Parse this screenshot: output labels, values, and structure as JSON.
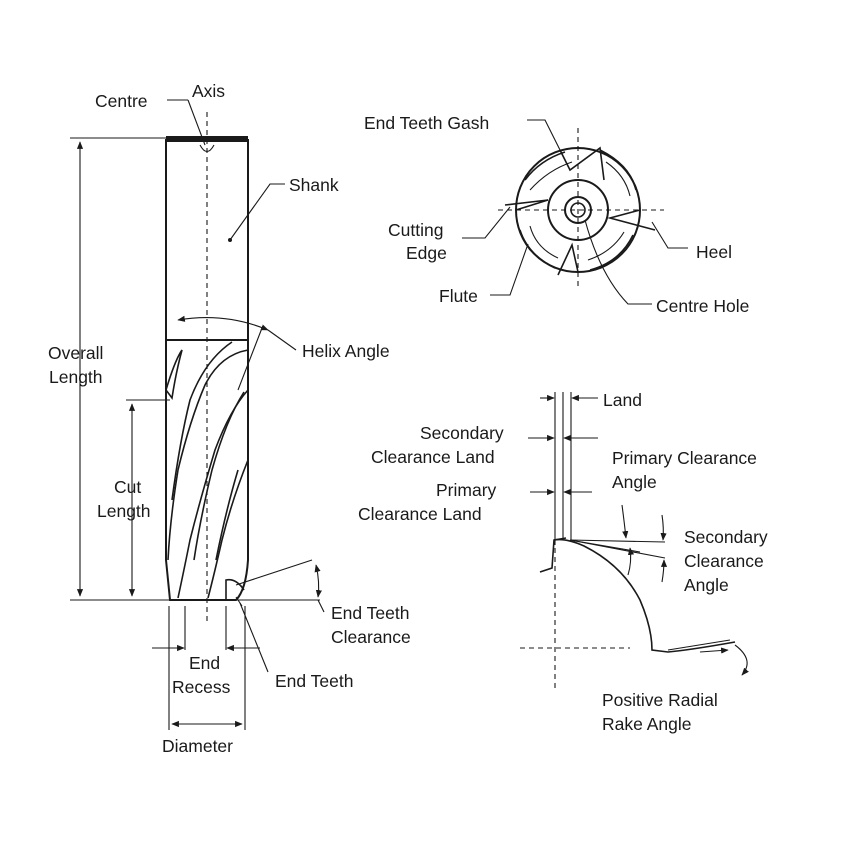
{
  "labels": {
    "centre": "Centre",
    "axis": "Axis",
    "shank": "Shank",
    "overall_length_1": "Overall",
    "overall_length_2": "Length",
    "helix_angle": "Helix Angle",
    "cut_length_1": "Cut",
    "cut_length_2": "Length",
    "end_teeth_clearance_1": "End Teeth",
    "end_teeth_clearance_2": "Clearance",
    "end_recess_1": "End",
    "end_recess_2": "Recess",
    "end_teeth": "End Teeth",
    "diameter": "Diameter",
    "end_teeth_gash": "End Teeth Gash",
    "cutting_edge_1": "Cutting",
    "cutting_edge_2": "Edge",
    "heel": "Heel",
    "flute": "Flute",
    "centre_hole": "Centre Hole",
    "land": "Land",
    "secondary_clearance_land_1": "Secondary",
    "secondary_clearance_land_2": "Clearance Land",
    "primary_clearance_land_1": "Primary",
    "primary_clearance_land_2": "Clearance Land",
    "primary_clearance_angle_1": "Primary Clearance",
    "primary_clearance_angle_2": "Angle",
    "secondary_clearance_angle_1": "Secondary",
    "secondary_clearance_angle_2": "Clearance",
    "secondary_clearance_angle_3": "Angle",
    "positive_radial_rake_angle_1": "Positive Radial",
    "positive_radial_rake_angle_2": "Rake Angle"
  }
}
